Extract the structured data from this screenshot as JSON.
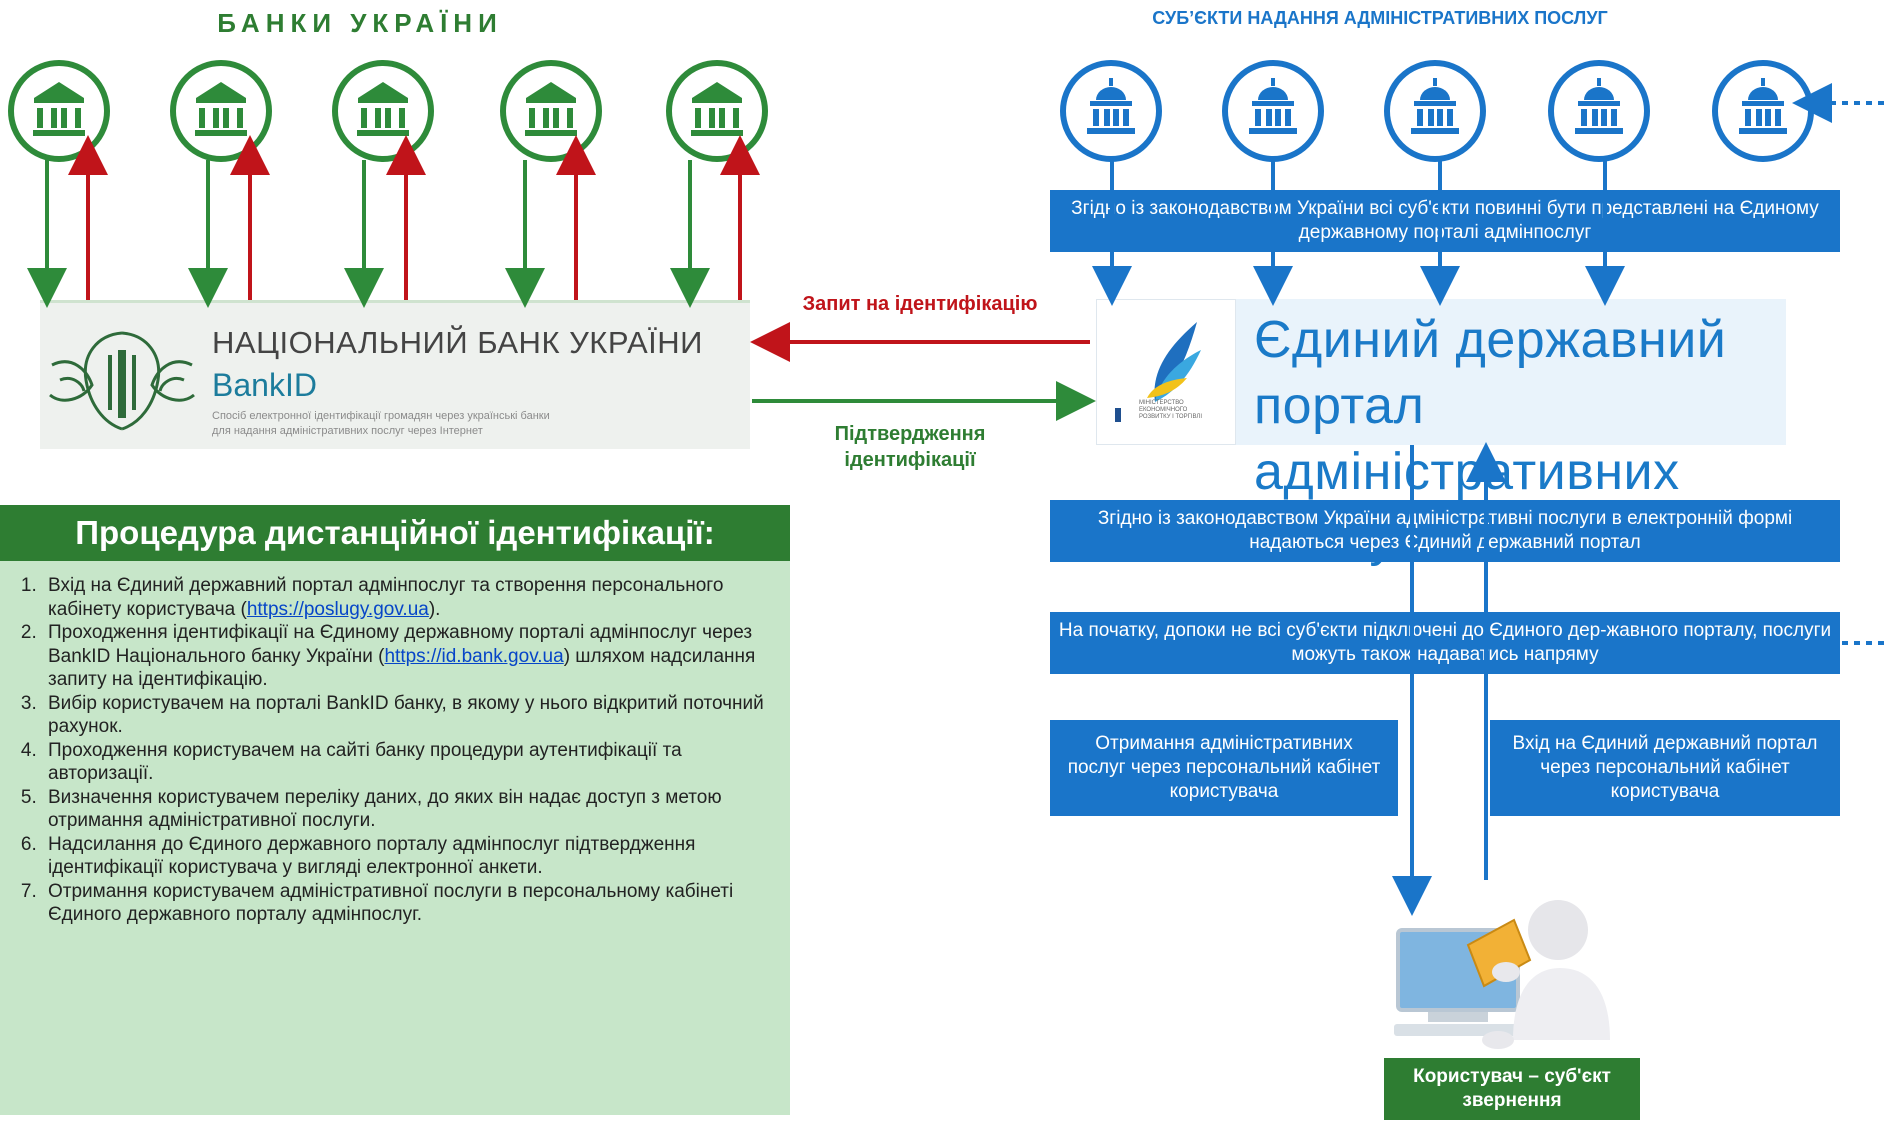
{
  "banks_title": "БАНКИ УКРАЇНИ",
  "subjects_title": "СУБ’ЄКТИ НАДАННЯ АДМІНІСТРАТИВНИХ ПОСЛУГ",
  "nbu": {
    "title": "НАЦІОНАЛЬНИЙ БАНК УКРАЇНИ",
    "bankid": "BankID",
    "description_line1": "Спосіб електронної ідентифікації громадян через українські банки",
    "description_line2": "для надання адміністративних послуг через Інтернет"
  },
  "flows": {
    "request": "Запит на ідентифікацію",
    "confirm_line1": "Підтвердження",
    "confirm_line2": "ідентифікації"
  },
  "portal": {
    "line1": "Єдиний державний портал",
    "line2": "адміністративних послуг",
    "logo_small": "МІНІСТЕРСТВО ЕКОНОМІЧНОГО РОЗВИТКУ І ТОРГІВЛІ"
  },
  "boxes": {
    "law_subjects": "Згідно із законодавством України всі суб'єкти повинні бути представлені на Єдиному державному порталі адмінпослуг",
    "law_services": "Згідно із законодавством України адміністративні послуги в електронній формі надаються через Єдиний державний портал",
    "initially": "На початку, допоки не всі суб'єкти підключені до Єдиного дер-жавного порталу, послуги можуть також надаватись напряму",
    "receive": "Отримання адміністративних послуг через персональний кабінет користувача",
    "login": "Вхід на Єдиний державний портал через персональний кабінет користувача"
  },
  "procedure": {
    "title": "Процедура дистанційної ідентифікації:",
    "steps": [
      {
        "pre": "Вхід на Єдиний державний портал адмінпослуг та створення персонального кабінету користувача (",
        "link": "https://poslugy.gov.ua",
        "post": ")."
      },
      {
        "pre": "Проходження ідентифікації на Єдиному державному порталі адмінпослуг через BankID Національного банку України (",
        "link": "https://id.bank.gov.ua",
        "post": ") шляхом надсилання запиту на ідентифікацію."
      },
      {
        "pre": "Вибір користувачем на порталі BankID банку, в якому у нього відкритий поточний рахунок.",
        "link": "",
        "post": ""
      },
      {
        "pre": "Проходження користувачем на сайті банку процедури аутентифікації та авторизації.",
        "link": "",
        "post": ""
      },
      {
        "pre": "Визначення користувачем переліку даних, до яких він надає доступ з метою отримання адміністративної послуги.",
        "link": "",
        "post": ""
      },
      {
        "pre": "Надсилання до Єдиного державного порталу адмінпослуг підтвердження ідентифікації користувача у вигляді електронної анкети.",
        "link": "",
        "post": ""
      },
      {
        "pre": "Отримання користувачем адміністративної послуги в персональному кабінеті Єдиного державного порталу адмінпослуг.",
        "link": "",
        "post": ""
      }
    ]
  },
  "user_label": "Користувач – суб'єкт звернення",
  "colors": {
    "green": "#2e8b3a",
    "red": "#c0141a",
    "blue": "#1a75c9",
    "light_green": "#c7e6c9"
  },
  "icons": {
    "bank": "bank-building-icon",
    "government": "government-dome-icon"
  }
}
